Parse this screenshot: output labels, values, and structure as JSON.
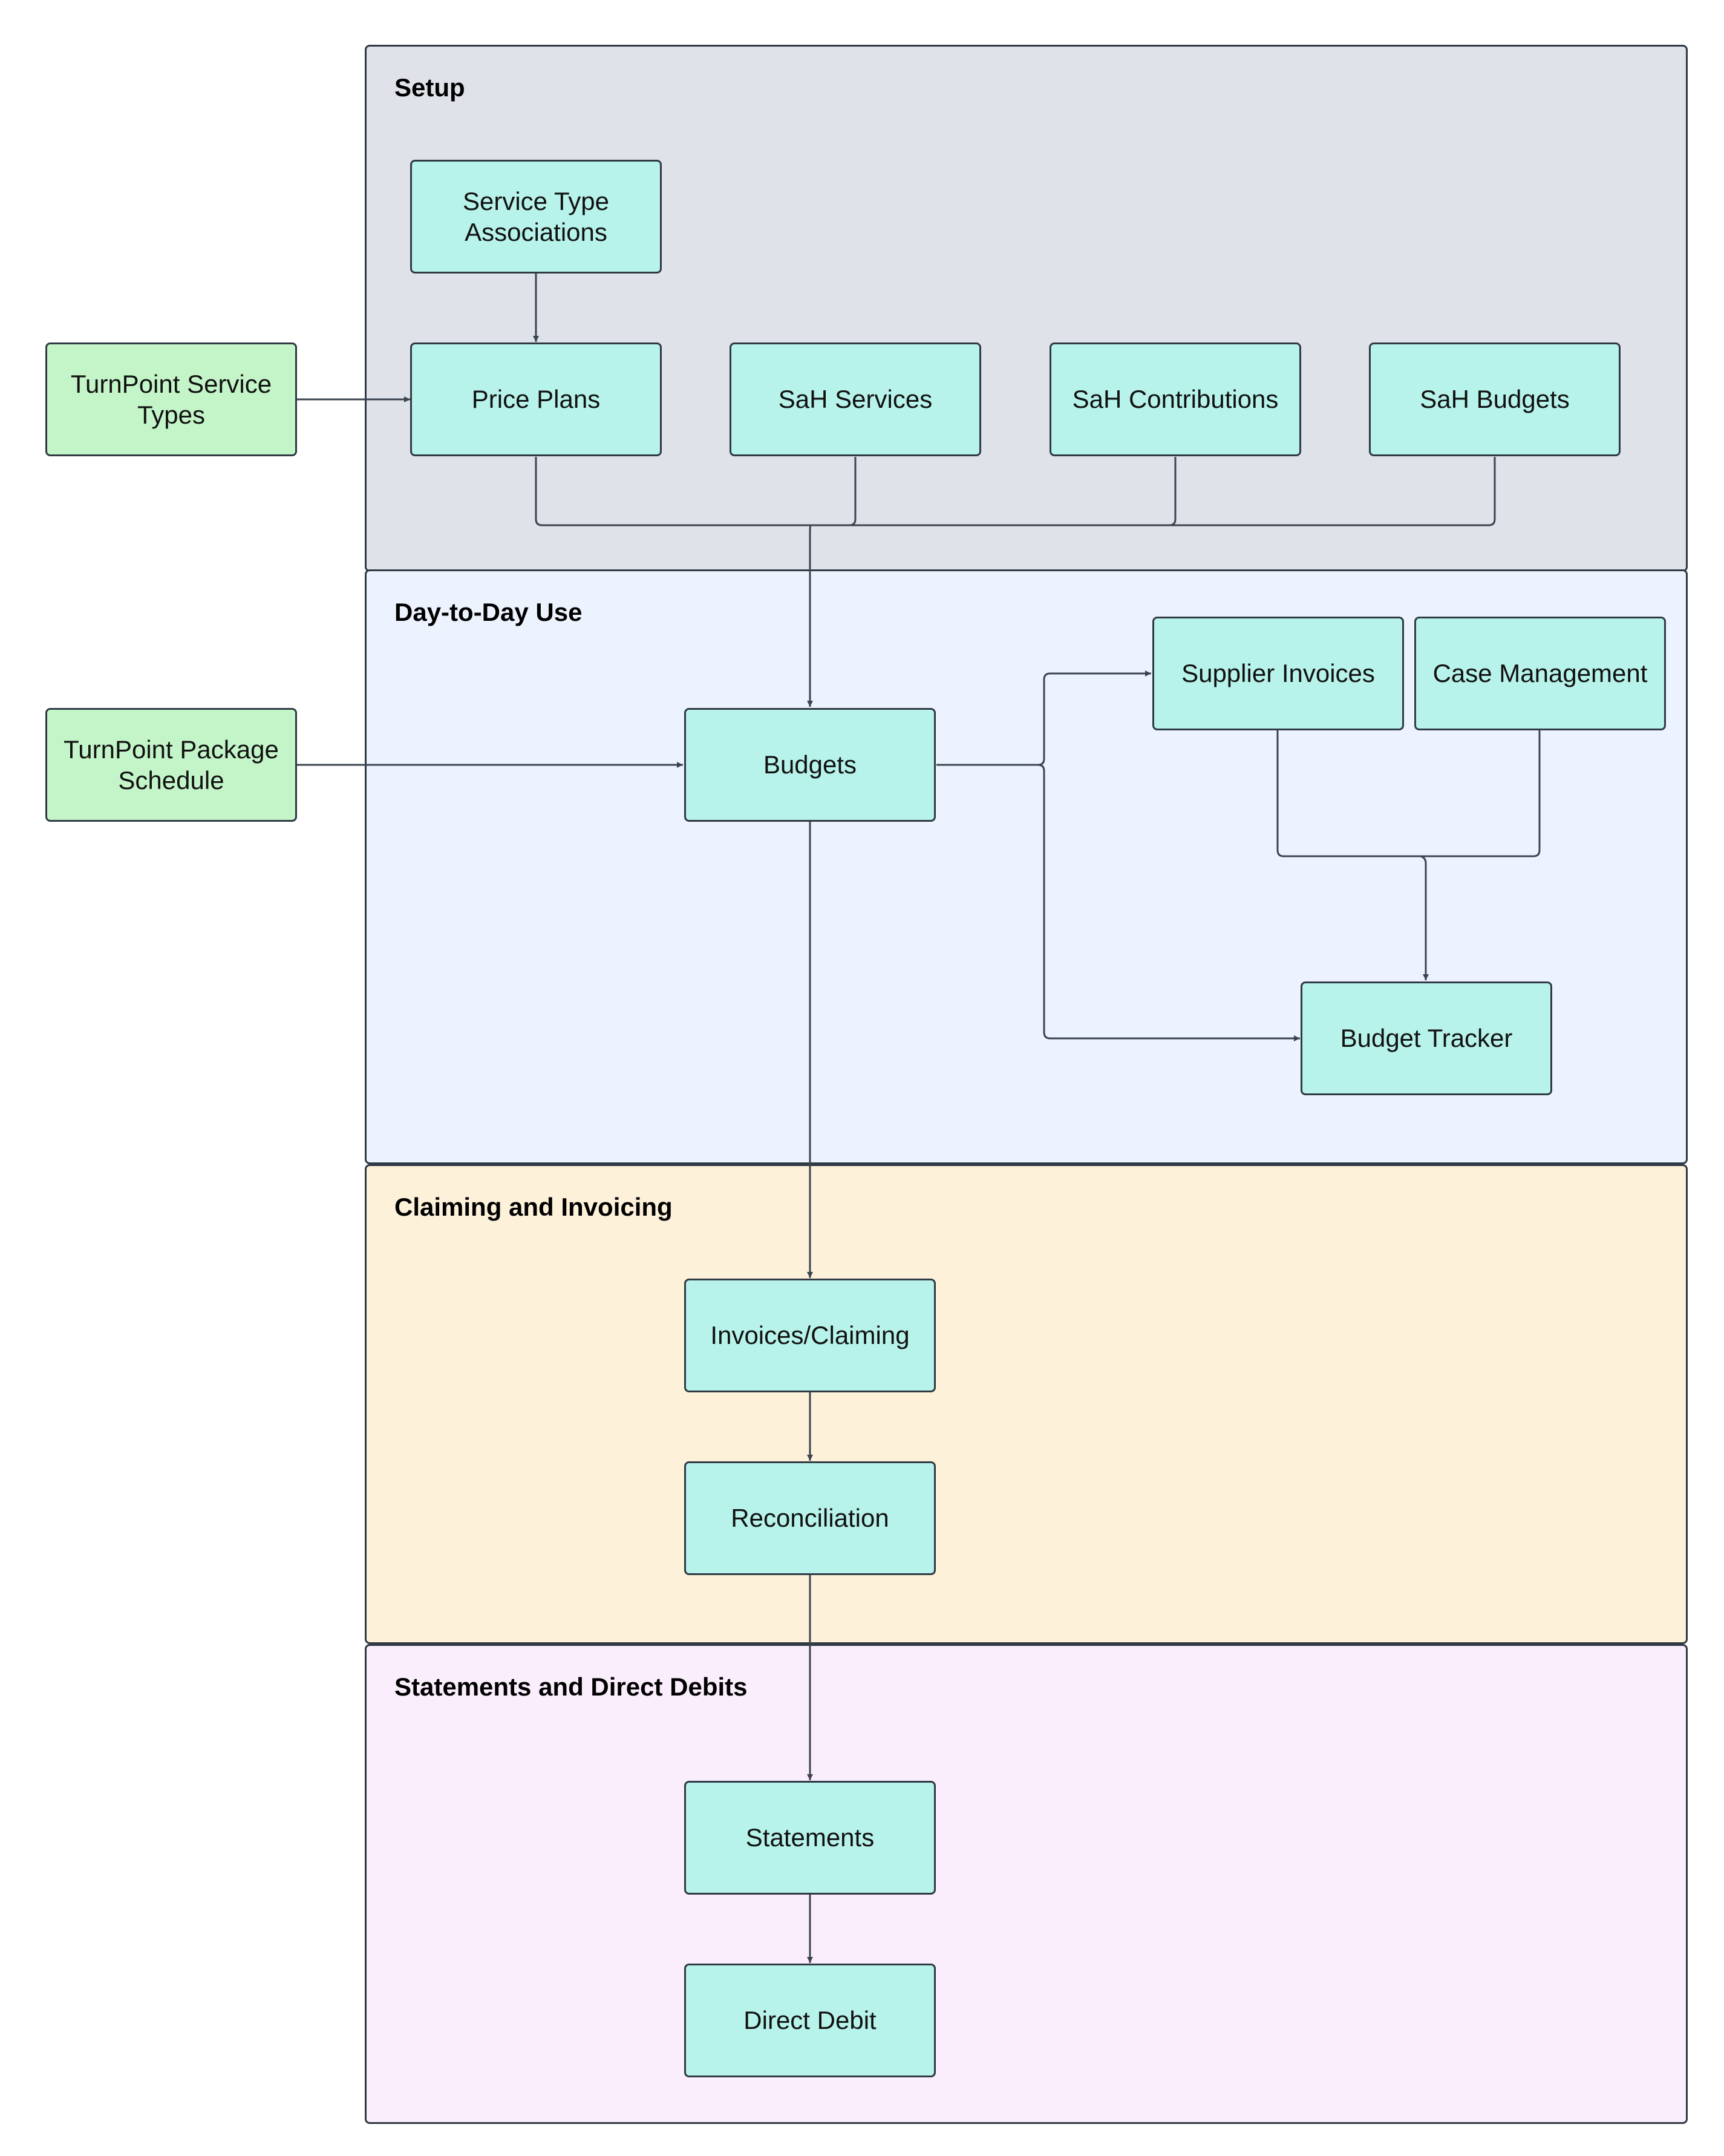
{
  "colors": {
    "lane_setup": "#dfe2e8",
    "lane_day_to_day": "#ecf3fe",
    "lane_claiming": "#fdf1d9",
    "lane_statements": "#faedfc",
    "node_internal": "#b7f3ea",
    "node_external": "#c4f5c9",
    "border": "#2f3a44",
    "edge": "#3b4450"
  },
  "lanes": {
    "setup": {
      "title": "Setup"
    },
    "day_to_day": {
      "title": "Day-to-Day Use"
    },
    "claiming": {
      "title": "Claiming and Invoicing"
    },
    "statements": {
      "title": "Statements and Direct Debits"
    }
  },
  "nodes": {
    "service_type_associations": "Service Type Associations",
    "price_plans": "Price Plans",
    "sah_services": "SaH Services",
    "sah_contributions": "SaH Contributions",
    "sah_budgets": "SaH Budgets",
    "turnpoint_service_types": "TurnPoint Service Types",
    "turnpoint_package_schedule": "TurnPoint Package Schedule",
    "budgets": "Budgets",
    "supplier_invoices": "Supplier Invoices",
    "case_management": "Case Management",
    "budget_tracker": "Budget Tracker",
    "invoices_claiming": "Invoices/Claiming",
    "reconciliation": "Reconciliation",
    "statements": "Statements",
    "direct_debit": "Direct Debit"
  }
}
